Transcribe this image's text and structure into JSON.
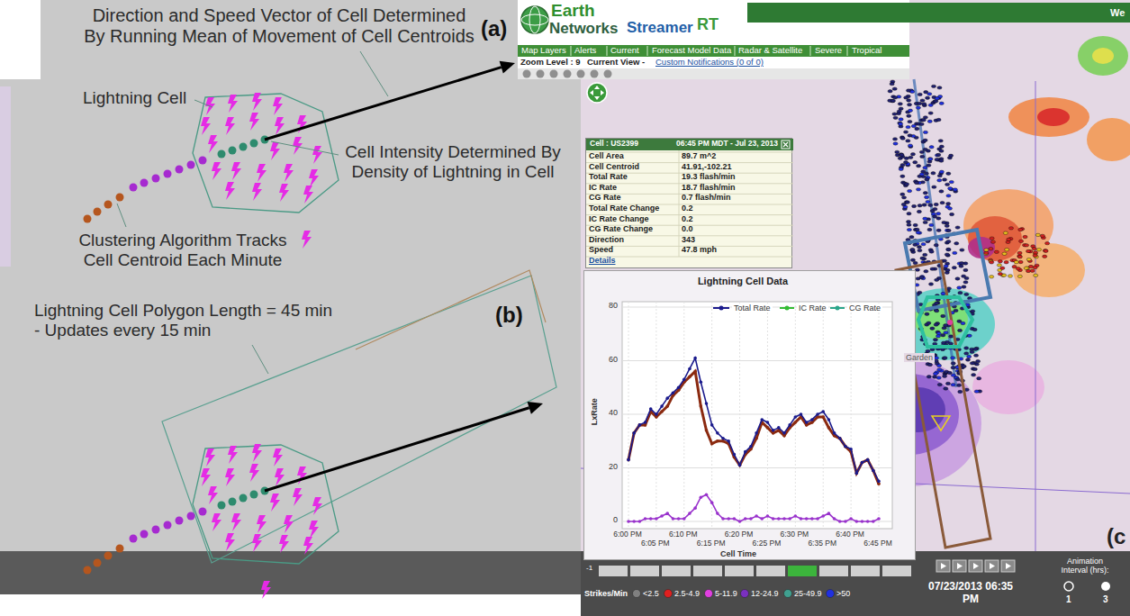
{
  "diagram": {
    "nodes": [
      {
        "text": [
          "Cell : US2399",
          "06:45 PM MDT - Jul 23, 2013"
        ]
      },
      {
        "text": [
          "Lightning Cell Data"
        ]
      }
    ],
    "labels": [
      "Direction and Speed Vector of Cell Determined By Running Mean of Movement of Cell Centroids",
      "(a)",
      "Lightning Cell",
      "Cell Intensity Determined By Density of Lightning in Cell",
      "Clustering Algorithm Tracks Cell Centroid Each Minute",
      "Lightning Cell Polygon Length = 45 min - Updates every 15 min",
      "(b)",
      "Earth",
      "Networks",
      "Streamer",
      "RT",
      "We",
      "Map Layers",
      "Alerts",
      "Current",
      "Forecast Model Data",
      "Radar & Satellite",
      "Severe",
      "Tropical",
      "Zoom Level : 9",
      "Current View -",
      "Custom Notifications (0 of 0)",
      "Cell Area",
      "89.7 m^2",
      "Cell Centroid",
      "41.91,-102.21",
      "Total Rate",
      "19.3 flash/min",
      "IC Rate",
      "18.7 flash/min",
      "CG Rate",
      "0.7 flash/min",
      "Total Rate Change",
      "0.2",
      "IC Rate Change",
      "0.2",
      "CG Rate Change",
      "0.0",
      "Direction",
      "343",
      "Speed",
      "47.8 mph",
      "Details",
      "Garden",
      "80",
      "60",
      "40",
      "20",
      "0",
      "LxRate",
      "6:00 PM",
      "6:05 PM",
      "6:10 PM",
      "6:15 PM",
      "6:20 PM",
      "6:25 PM",
      "6:30 PM",
      "6:35 PM",
      "6:40 PM",
      "6:45 PM",
      "Cell Time",
      "-1",
      "Strikes/Min",
      "07/23/2013 06:35 PM",
      "Animation Interval (hrs):",
      "1",
      "3",
      "(c"
    ],
    "legend": [
      {
        "text": "Total Rate"
      },
      {
        "text": "IC Rate"
      },
      {
        "text": "CG Rate"
      },
      {
        "text": "<2.5",
        "color": "#808080"
      },
      {
        "text": "2.5-4.9",
        "color": "#e02020"
      },
      {
        "text": "5-11.9",
        "color": "#e040e0"
      },
      {
        "text": "12-24.9",
        "color": "#7a30c0"
      },
      {
        "text": "25-49.9",
        "color": "#40a090"
      },
      {
        "text": ">50",
        "color": "#2030e0"
      }
    ]
  }
}
